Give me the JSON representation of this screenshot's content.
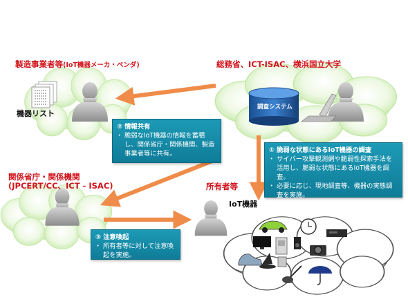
{
  "groups": {
    "manufacturers": {
      "title": "製造事業者等",
      "title_sub": "(IoT機器メーカ・ベンダ)",
      "device_list_label": "機器リスト"
    },
    "investigators": {
      "title": "総務省、ICT-ISAC、横浜国立大学",
      "system_label": "調査システム"
    },
    "agencies": {
      "title_line1": "関係省庁・関係機関",
      "title_line2": "(JPCERT/CC、ICT - ISAC)"
    },
    "owners": {
      "title": "所有者等",
      "iot_label": "IoT機器"
    }
  },
  "steps": [
    {
      "heading": "① 脆弱な状態にあるIoT機器の調査",
      "bullets": [
        "サイバー攻撃観測網や脆弱性探索手法を活用し、脆弱な状態にあるIoT機器を調査。",
        "必要に応じ、現地調査等、機器の実態調査を実施。"
      ]
    },
    {
      "heading": "② 情報共有",
      "bullets": [
        "脆弱なIoT機器の情報を蓄積し、関係省庁・関係機関、製造事業者等に共有。"
      ]
    },
    {
      "heading": "③ 注意喚起",
      "bullets": [
        "所有者等に対して注意喚起を実施。"
      ]
    }
  ],
  "icons": [
    "document-stack-icon",
    "person-icon",
    "database-icon",
    "laptop-icon",
    "car-icon",
    "clock-icon",
    "tv-icon",
    "speaker-icon",
    "camera-icon",
    "dvr-icon",
    "sneaker-icon",
    "hat-icon",
    "guitar-icon",
    "umbrella-icon",
    "appliance-icon",
    "kettle-icon"
  ],
  "colors": {
    "title_red": "#d1141c",
    "cloud_green": "#cdeeb2",
    "arrow_orange": "#ef8c4a",
    "callout_teal": "#1489a6",
    "database_blue": "#1f5fa8"
  }
}
